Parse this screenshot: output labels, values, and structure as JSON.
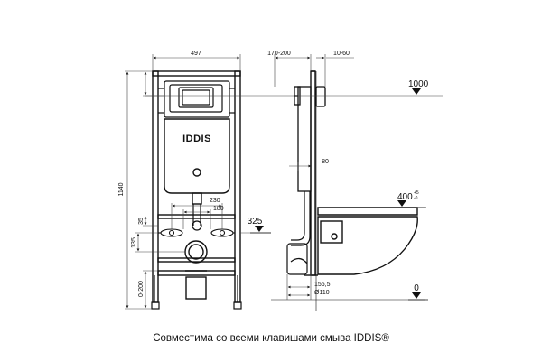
{
  "front_view": {
    "logo": "IDDIS",
    "dims": {
      "width": "497",
      "height": "1140",
      "d230": "230",
      "d180": "180",
      "d35": "35",
      "d135": "135",
      "d0_200": "0-200"
    },
    "level_325": "325"
  },
  "side_view": {
    "dims": {
      "d170_200": "170-200",
      "d10_60": "10-60",
      "d80": "80",
      "d156_5": "156,5",
      "d110": "Ø110"
    },
    "levels": {
      "l1000": "1000",
      "l400": "400",
      "l400_tol_plus": "+5",
      "l400_tol_minus": "-0",
      "l0": "0"
    }
  },
  "caption": "Совместима со всеми клавишами смыва IDDIS®",
  "colors": {
    "line": "#111111",
    "thin_line": "#444444",
    "background": "#ffffff"
  }
}
